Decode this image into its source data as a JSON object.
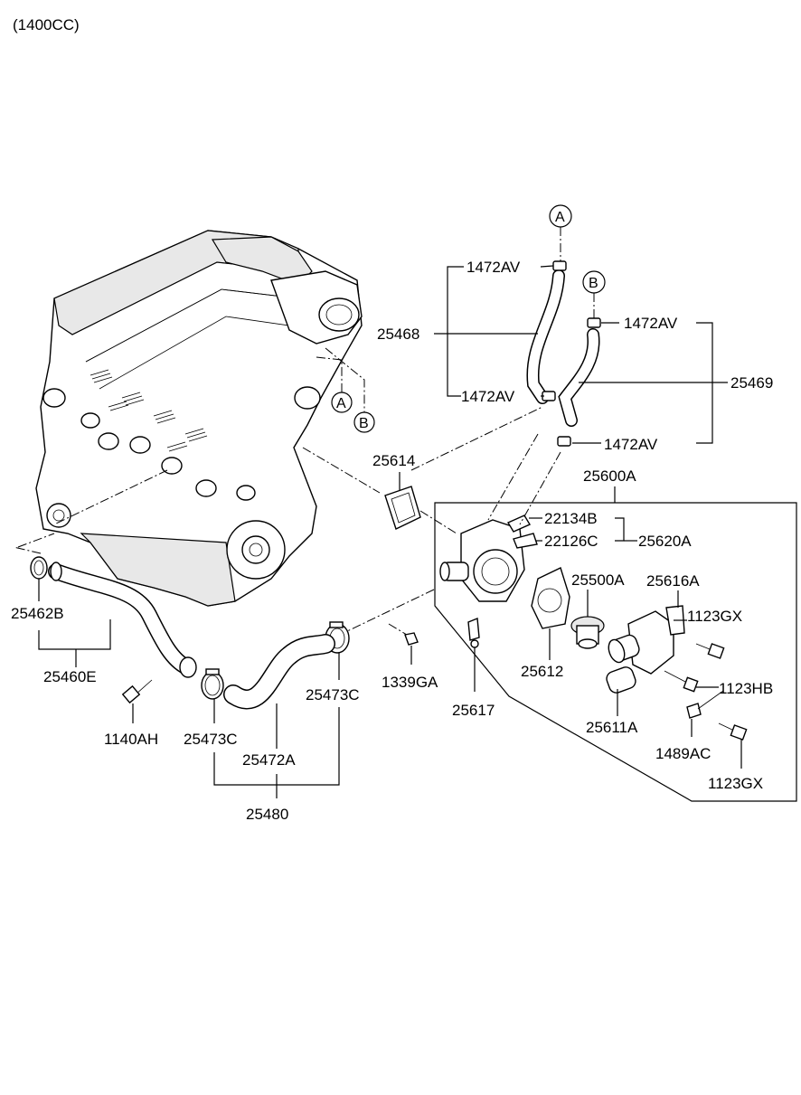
{
  "title": "(1400CC)",
  "callouts": {
    "a": "A",
    "b": "B"
  },
  "labels": {
    "p1472av_1": "1472AV",
    "p1472av_2": "1472AV",
    "p1472av_3": "1472AV",
    "p1472av_4": "1472AV",
    "p25468": "25468",
    "p25469": "25469",
    "p25614": "25614",
    "p25600a": "25600A",
    "p22134b": "22134B",
    "p22126c": "22126C",
    "p25620a": "25620A",
    "p25500a": "25500A",
    "p25616a": "25616A",
    "p1123gx_1": "1123GX",
    "p1123gx_2": "1123GX",
    "p1123hb": "1123HB",
    "p25611a": "25611A",
    "p1489ac": "1489AC",
    "p25612": "25612",
    "p25617": "25617",
    "p1339ga": "1339GA",
    "p25473c_1": "25473C",
    "p25473c_2": "25473C",
    "p25472a": "25472A",
    "p25480": "25480",
    "p1140ah": "1140AH",
    "p25462b": "25462B",
    "p25460e": "25460E"
  }
}
